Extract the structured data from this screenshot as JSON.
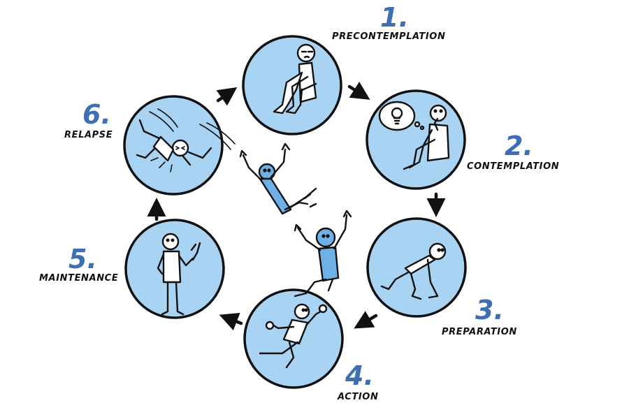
{
  "colors": {
    "circle_fill": "#a9d3f3",
    "figure_fill": "#6fb1e6",
    "number_color": "#3f6fb2",
    "outline": "#111111"
  },
  "stages": [
    {
      "number": "1.",
      "label": "PRECONTEMPLATION"
    },
    {
      "number": "2.",
      "label": "CONTEMPLATION"
    },
    {
      "number": "3.",
      "label": "PREPARATION"
    },
    {
      "number": "4.",
      "label": "ACTION"
    },
    {
      "number": "5.",
      "label": "MAINTENANCE"
    },
    {
      "number": "6.",
      "label": "RELAPSE"
    }
  ]
}
